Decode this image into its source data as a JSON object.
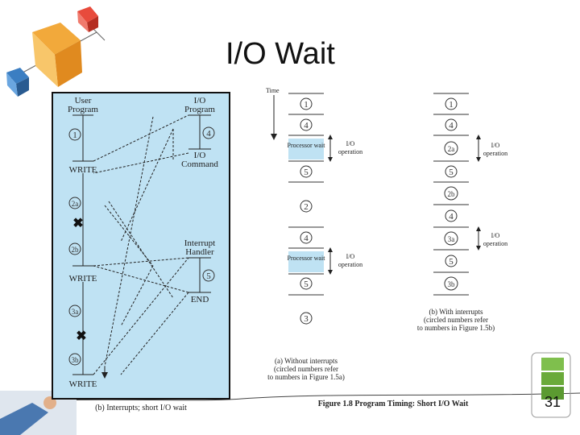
{
  "slide": {
    "title": "I/O Wait",
    "page_number": "31"
  },
  "colors": {
    "panel": "#bfe2f3",
    "proc_wait": "#bfe2f3",
    "accent_orange": "#f2a93b",
    "accent_blue": "#3b7ec2",
    "accent_green": "#6aaa3a"
  },
  "panel_b": {
    "user_program_label": [
      "User",
      "Program"
    ],
    "io_program_label": [
      "I/O",
      "Program"
    ],
    "io_command_label": [
      "I/O",
      "Command"
    ],
    "interrupt_handler_label": [
      "Interrupt",
      "Handler"
    ],
    "write_labels": [
      "WRITE",
      "WRITE",
      "WRITE"
    ],
    "end_label": "END",
    "circles": [
      "1",
      "2a",
      "2b",
      "3a",
      "3b",
      "4",
      "5"
    ],
    "caption": "(b) Interrupts; short I/O wait"
  },
  "timing_a": {
    "time_label": "Time",
    "steps": [
      "1",
      "4",
      "Processor wait",
      "5",
      "2",
      "4",
      "Processor wait",
      "5",
      "3"
    ],
    "io_operation_label": [
      "I/O",
      "operation"
    ],
    "caption": [
      "(a) Without interrupts",
      "(circled numbers refer",
      "to numbers in Figure 1.5a)"
    ]
  },
  "timing_b": {
    "steps": [
      "1",
      "4",
      "2a",
      "5",
      "2b",
      "4",
      "3a",
      "5",
      "3b"
    ],
    "io_operation_label": [
      "I/O",
      "operation"
    ],
    "caption": [
      "(b) With interrupts",
      "(circled numbers refer",
      "to numbers in Figure 1.5b)"
    ]
  },
  "figure_caption": "Figure 1.8   Program Timing: Short I/O Wait",
  "decor": {
    "logo_icon": "cubes-icon",
    "corner_icon": "blocks-icon",
    "person_icon": "person-icon"
  }
}
